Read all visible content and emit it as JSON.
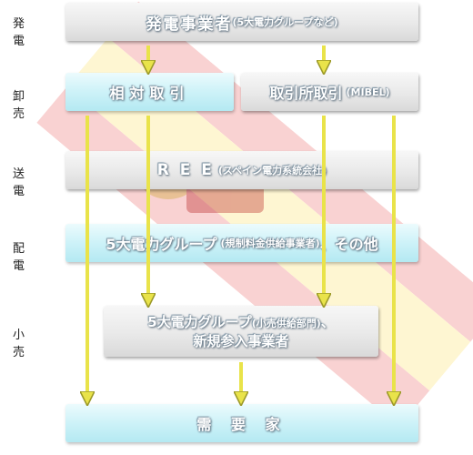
{
  "row_labels": {
    "generation": "発 電",
    "wholesale": "卸 売",
    "transmission": "送 電",
    "distribution": "配 電",
    "retail": "小 売"
  },
  "boxes": {
    "generation": {
      "main": "発電事業者",
      "sub": "(5大電力グループなど)"
    },
    "wholesale_bilateral": {
      "main": "相対取引"
    },
    "wholesale_exchange": {
      "main": "取引所取引",
      "sub": "(MIBEL)"
    },
    "transmission": {
      "main": "R E E",
      "sub": "(スペイン電力系統会社)"
    },
    "distribution": {
      "main": "5大電力グループ",
      "sub": "(規制料金供給事業者)",
      "tail": "、その他"
    },
    "retail": {
      "line1_main": "5大電力グループ",
      "line1_sub": "(小売供給部門)",
      "line1_tail": "、",
      "line2": "新規参入事業者"
    },
    "consumer": {
      "main": "需 要 家"
    }
  },
  "colors": {
    "arrow": "#e9e34a",
    "arrow_outline": "#9c9a2a",
    "box_gray": "#e6e6e6",
    "box_cyan": "#c8f0f6",
    "text_outline": "#6a7d8c"
  }
}
